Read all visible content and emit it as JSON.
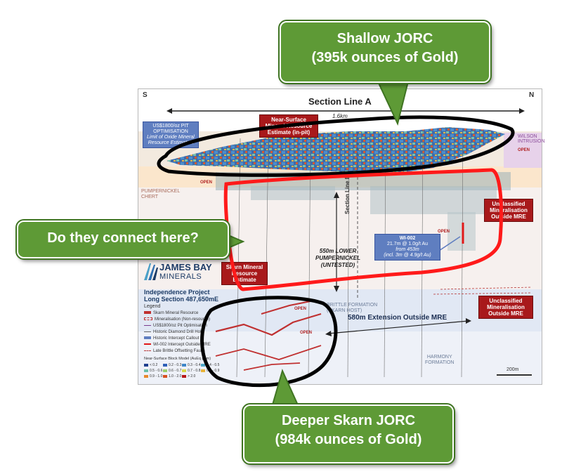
{
  "section": {
    "south_label": "S",
    "north_label": "N",
    "title": "Section Line A",
    "length_label": "1.6km",
    "pit_box": [
      "US$1800/oz PIT",
      "OPTIMISATION",
      "Limit of Oxide Mineral",
      "Resource Estimation"
    ],
    "near_surface_box": [
      "Near-Surface",
      "Mineral Resource",
      "Estimate (in-pit)"
    ],
    "skarn_box": [
      "Skarn Mineral",
      "Resource",
      "Estimate"
    ],
    "unclassified_top": [
      "Unclassified",
      "Mineralisation",
      "Outside MRE"
    ],
    "unclassified_bottom": [
      "Unclassified",
      "Mineralisation",
      "Outside MRE"
    ],
    "lower_pumpernickel": [
      "550m LOWER",
      "PUMPERNICKEL",
      "(UNTESTED)"
    ],
    "wi002": [
      "WI-002",
      "21.7m @ 1.0g/t Au",
      "from 453m",
      "(incl. 3m @ 4.9g/t Au)"
    ],
    "extension_label": "580m Extension Outside MRE",
    "section_line_b": "Section Line B",
    "pumpernickel_chert": [
      "PUMPERNICKEL",
      "CHERT"
    ],
    "brittle_formation": [
      "BRITTLE FORMATION",
      "(SKARN HOST)"
    ],
    "harmony_formation": [
      "HARMONY",
      "FORMATION"
    ],
    "wilson_intrusion": [
      "WILSON",
      "INTRUSION"
    ],
    "open_label": "OPEN",
    "scale_label": "200m"
  },
  "logo": {
    "line1": "JAMES BAY",
    "line2": "MINERALS"
  },
  "legend": {
    "project": "Independence Project",
    "section_name": "Long Section 487,650mE",
    "heading": "Legend",
    "items": [
      "Skarn Mineral Resource",
      "Mineralisation (Non-resource)",
      "US$1800/oz Pit Optimisation",
      "Historic Diamond Drill Hole",
      "Historic Intercept Callout",
      "WI-002 Intercept Outside MRE",
      "Late Brittle Offsetting Faults"
    ],
    "block_model_title": "Near-Surface Block Model (AuEq ppm)",
    "grade_bins": [
      "< 0.2",
      "0.2 - 0.3",
      "0.3 - 0.4",
      "0.4 - 0.5",
      "0.5 - 0.6",
      "0.6 - 0.7",
      "0.7 - 0.8",
      "0.8 - 0.9",
      "0.9 - 1.0",
      "1.0 - 2.0",
      "> 2.0"
    ],
    "grade_colors": [
      "#1f3f8f",
      "#2d5fb8",
      "#3e86c8",
      "#4fa8c8",
      "#6cc0a8",
      "#9ccf6c",
      "#d8d84a",
      "#e8b43a",
      "#e8882c",
      "#d85020",
      "#b81818"
    ]
  },
  "callouts": {
    "shallow": [
      "Shallow JORC",
      "(395k ounces of Gold)"
    ],
    "connect": "Do they connect here?",
    "deeper": [
      "Deeper Skarn JORC",
      "(984k ounces of Gold)"
    ]
  },
  "colors": {
    "callout_green": "#5e9a36",
    "callout_border": "#3f7422",
    "marker_red": "#ff1a1a",
    "marker_black": "#000000",
    "resource_red": "#a8191b"
  }
}
